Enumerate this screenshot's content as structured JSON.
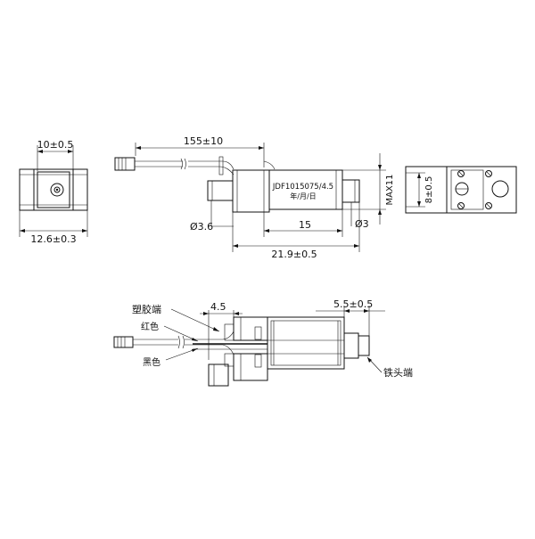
{
  "dims": {
    "front_width": "10±0.5",
    "front_total": "12.6±0.3",
    "cable_length": "155±10",
    "plunger_dia": "Ø3.6",
    "body_length": "15",
    "shaft_dia": "Ø3",
    "total_length": "21.9±0.5",
    "end_height": "8±0.5",
    "end_max": "MAX11",
    "stroke": "4.5",
    "tip_length": "5.5±0.5"
  },
  "labels": {
    "part_number": "JDF1015075/4.5",
    "date_line": "年/月/日",
    "plastic_end": "塑胶端",
    "red_wire": "红色",
    "black_wire": "黑色",
    "iron_end": "铁头端"
  },
  "colors": {
    "line": "#111111",
    "background": "#ffffff"
  }
}
